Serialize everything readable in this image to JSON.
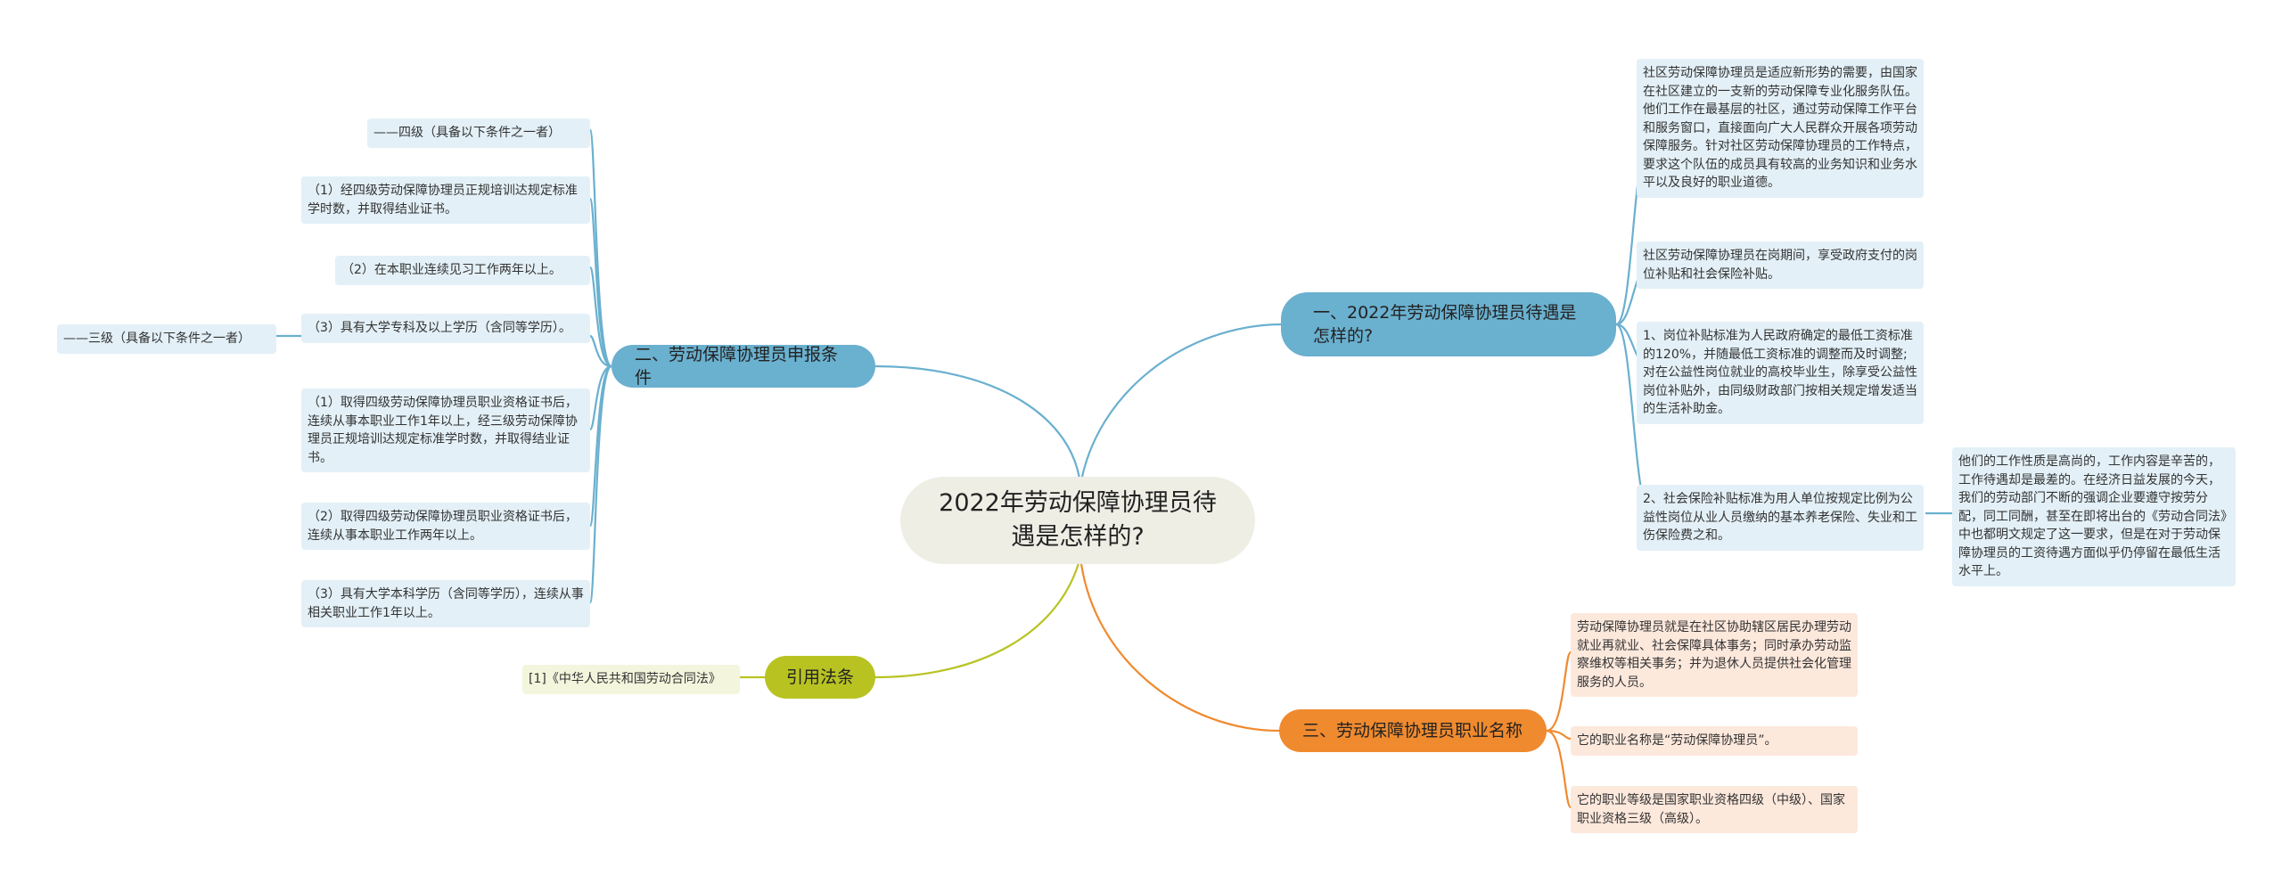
{
  "title": "2022年劳动保障协理员待遇是怎样的?",
  "colors": {
    "root_bg": "#eeeee5",
    "blue_branch": "#6ab0cf",
    "blue_leaf": "#e3f0f7",
    "blue_line": "#6ab0cf",
    "orange_branch": "#f08a2e",
    "orange_leaf": "#fde8dc",
    "orange_line": "#f08a2e",
    "olive_branch": "#b8c322",
    "olive_leaf": "#f4f5dd",
    "olive_line": "#b8c322"
  },
  "branches": [
    {
      "label": "一、2022年劳动保障协理员待遇是怎样的?",
      "items": [
        "社区劳动保障协理员是适应新形势的需要，由国家在社区建立的一支新的劳动保障专业化服务队伍。他们工作在最基层的社区，通过劳动保障工作平台和服务窗口，直接面向广大人民群众开展各项劳动保障服务。针对社区劳动保障协理员的工作特点，要求这个队伍的成员具有较高的业务知识和业务水平以及良好的职业道德。",
        "社区劳动保障协理员在岗期间，享受政府支付的岗位补贴和社会保险补贴。",
        "1、岗位补贴标准为人民政府确定的最低工资标准的120%，并随最低工资标准的调整而及时调整;对在公益性岗位就业的高校毕业生，除享受公益性岗位补贴外，由同级财政部门按相关规定增发适当的生活补助金。",
        "2、社会保险补贴标准为用人单位按规定比例为公益性岗位从业人员缴纳的基本养老保险、失业和工伤保险费之和。"
      ],
      "subitem": "他们的工作性质是高尚的，工作内容是辛苦的，工作待遇却是最差的。在经济日益发展的今天，我们的劳动部门不断的强调企业要遵守按劳分配，同工同酬，甚至在即将出台的《劳动合同法》中也都明文规定了这一要求，但是在对于劳动保障协理员的工资待遇方面似乎仍停留在最低生活水平上。"
    },
    {
      "label": "二、劳动保障协理员申报条件",
      "items": [
        "——四级（具备以下条件之一者）",
        "（1）经四级劳动保障协理员正规培训达规定标准学时数，并取得结业证书。",
        "（2）在本职业连续见习工作两年以上。",
        "（3）具有大学专科及以上学历（含同等学历）。",
        "（1）取得四级劳动保障协理员职业资格证书后，连续从事本职业工作1年以上，经三级劳动保障协理员正规培训达规定标准学时数，并取得结业证书。",
        "（2）取得四级劳动保障协理员职业资格证书后，连续从事本职业工作两年以上。",
        "（3）具有大学本科学历（含同等学历），连续从事相关职业工作1年以上。"
      ],
      "subitem": "——三级（具备以下条件之一者）"
    },
    {
      "label": "三、劳动保障协理员职业名称",
      "items": [
        "劳动保障协理员就是在社区协助辖区居民办理劳动就业再就业、社会保障具体事务；同时承办劳动监察维权等相关事务；并为退休人员提供社会化管理服务的人员。",
        "它的职业名称是“劳动保障协理员”。",
        "它的职业等级是国家职业资格四级（中级）、国家职业资格三级（高级）。"
      ]
    },
    {
      "label": "引用法条",
      "items": [
        "[1]《中华人民共和国劳动合同法》"
      ]
    }
  ]
}
